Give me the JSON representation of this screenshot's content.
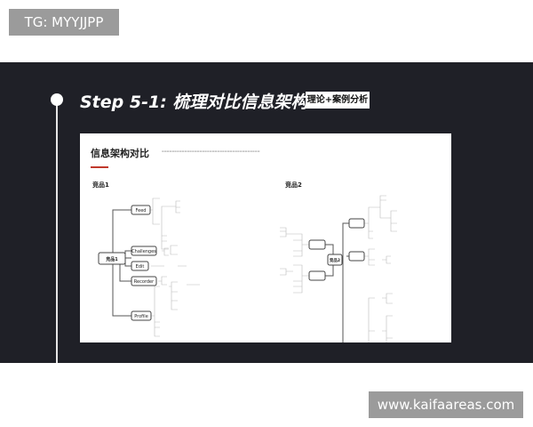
{
  "watermark_top": "TG: MYYJJPP",
  "watermark_bottom": "www.kaifaareas.com",
  "header": {
    "title": "Step 5-1:  梳理对比信息架构",
    "badge": "理论+案例分析"
  },
  "card": {
    "title": "信息架构对比",
    "product1": {
      "label": "竞品1",
      "root": "竞品1",
      "branches": [
        "Feed",
        "Challenges",
        "Edit",
        "Recorder",
        "Profile"
      ]
    },
    "product2": {
      "label": "竞品2",
      "root": "竞品2"
    }
  },
  "colors": {
    "background": "#1f2027",
    "accent": "#c0392b"
  }
}
